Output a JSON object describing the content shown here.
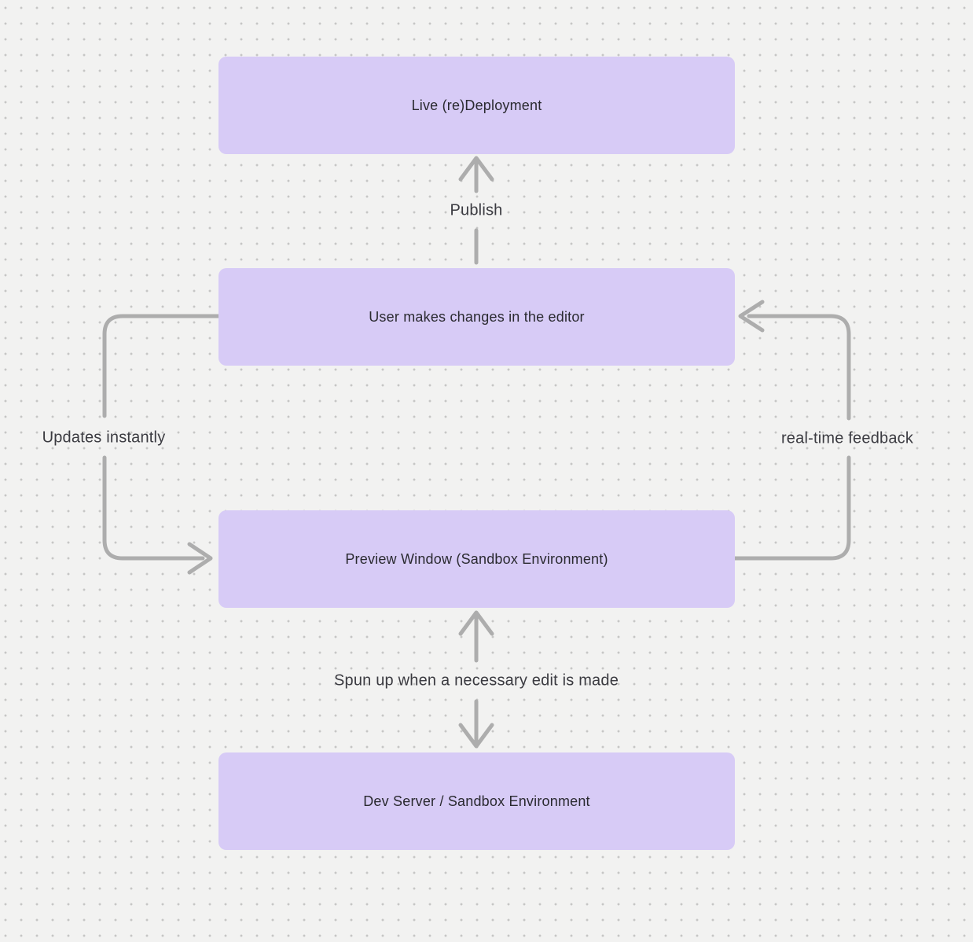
{
  "canvas": {
    "background_color": "#f2f2f1",
    "dot_grid_color": "#c6c6c5",
    "node_fill_color": "#d7cbf6",
    "node_text_color": "#2a2a30",
    "connector_color": "#adadad",
    "edge_label_color": "#3b3b41"
  },
  "nodes": [
    {
      "id": "live-redeployment",
      "label": "Live (re)Deployment"
    },
    {
      "id": "user-editor",
      "label": "User makes changes in the editor"
    },
    {
      "id": "preview-window",
      "label": "Preview Window (Sandbox Environment)"
    },
    {
      "id": "dev-server",
      "label": "Dev Server / Sandbox Environment"
    }
  ],
  "edges": [
    {
      "id": "publish",
      "label": "Publish",
      "from": "user-editor",
      "to": "live-redeployment",
      "style": "straight-up-arrow"
    },
    {
      "id": "updates-instantly",
      "label": "Updates instantly",
      "from": "user-editor",
      "to": "preview-window",
      "style": "left-side-loop-arrow"
    },
    {
      "id": "realtime-feedback",
      "label": "real-time feedback",
      "from": "preview-window",
      "to": "user-editor",
      "style": "right-side-loop-arrow"
    },
    {
      "id": "spun-up",
      "label": "Spun up when a necessary edit is made",
      "from": "dev-server",
      "to": "preview-window",
      "style": "vertical-double-arrow"
    }
  ]
}
